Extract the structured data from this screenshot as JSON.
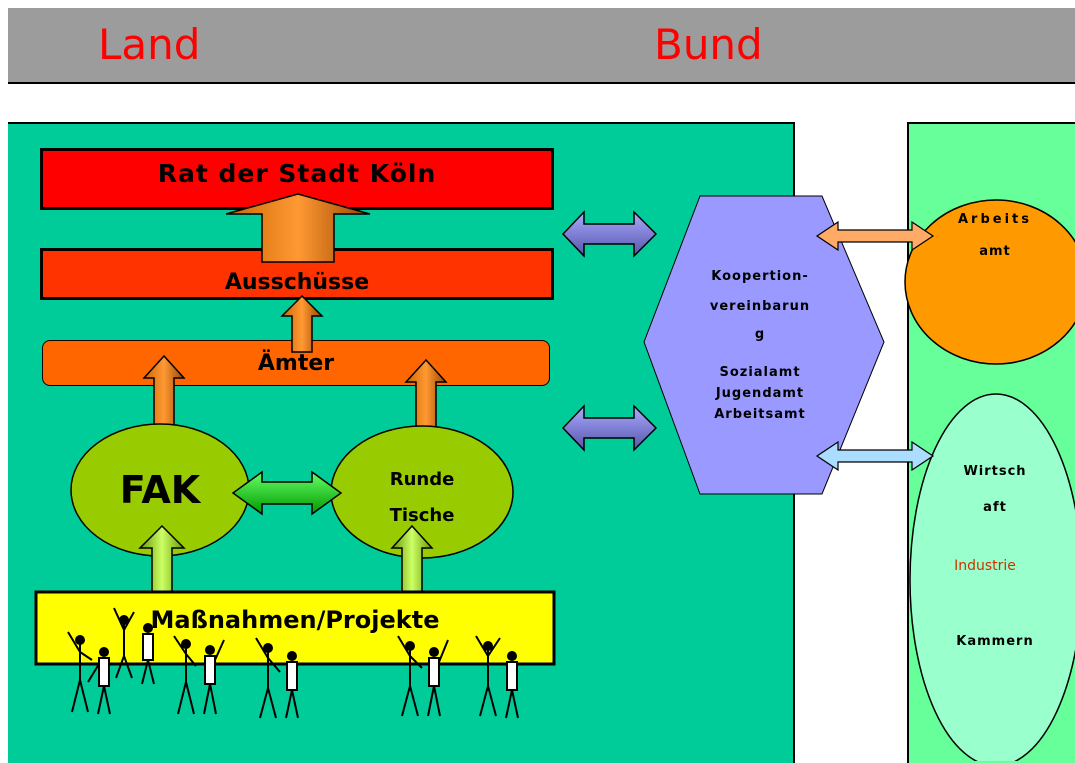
{
  "header": {
    "left": "Land",
    "right": "Bund"
  },
  "left_panel": {
    "rat": "Rat der Stadt Köln",
    "ausschuesse": "Ausschüsse",
    "aemter": "Ämter",
    "fak": "FAK",
    "runde_line1": "Runde",
    "runde_line2": "Tische",
    "massnahmen": "Maßnahmen/Projekte"
  },
  "hexagon": {
    "line1": "Koopertion-",
    "line2": "vereinbarun",
    "line3": "g",
    "line4": "Sozialamt",
    "line5": "Jugendamt",
    "line6": "Arbeitsamt"
  },
  "right_panel": {
    "arbeits_line1": "Arbeits",
    "arbeits_line2": "amt",
    "wirtsch_line1": "Wirtsch",
    "wirtsch_line2": "aft",
    "industrie": "Industrie",
    "kammern": "Kammern"
  },
  "colors": {
    "header_bg": "#9c9c9c",
    "title_red": "#ff0000",
    "left_panel_bg": "#00cc99",
    "right_panel_bg": "#66ff99",
    "hexagon": "#9999ff",
    "ellipse_green": "#99cc00",
    "ellipse_orange": "#ff9900",
    "ellipse_mint": "#99ffcc"
  }
}
